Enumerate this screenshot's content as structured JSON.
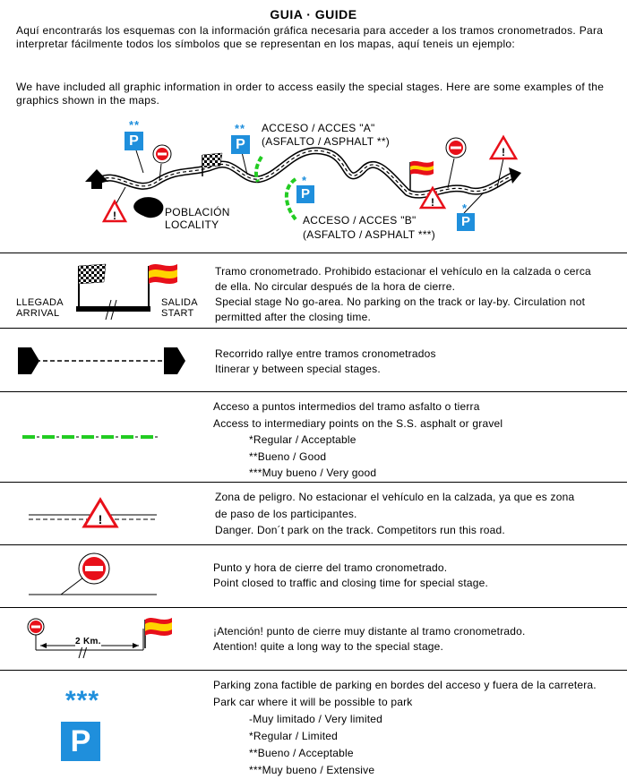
{
  "title": "GUIA · GUIDE",
  "intro": {
    "es": "Aquí encontrarás los esquemas con la información gráfica necesaria para acceder a los tramos cronometrados. Para interpretar fácilmente todos los símbolos que se representan en los mapas, aquí teneis un ejemplo:",
    "en": "We have included all graphic information in order to access easily the special stages. Here are some examples of the graphics shown in the maps."
  },
  "map": {
    "access_a": "ACCESO / ACCES \"A\"",
    "access_a_sub": "(ASFALTO / ASPHALT **)",
    "access_b": "ACCESO / ACCES \"B\"",
    "access_b_sub": "(ASFALTO / ASPHALT ***)",
    "poblacion": "POBLACIÓN",
    "locality": "LOCALITY",
    "park_symbol": "P",
    "stars2": "**",
    "stars1": "*"
  },
  "legend": {
    "stage": {
      "llegada": "LLEGADA",
      "arrival": "ARRIVAL",
      "salida": "SALIDA",
      "start": "START",
      "lines": [
        "Tramo cronometrado. Prohibido estacionar el vehículo en la calzada o cerca",
        "de ella. No circular después de la hora de cierre.",
        "Special stage No go-area. No parking on the track or lay-by. Circulation not",
        "permitted after the closing time."
      ]
    },
    "itinerary": {
      "lines": [
        "Recorrido rallye entre tramos cronometrados",
        "Itinerar y between special stages."
      ]
    },
    "access": {
      "lines": [
        "Acceso a puntos intermedios del tramo asfalto o tierra",
        "Access to intermediary points on the S.S. asphalt or gravel"
      ],
      "ratings": [
        "*Regular / Acceptable",
        "**Bueno / Good",
        "***Muy bueno / Very good"
      ]
    },
    "danger": {
      "lines": [
        "Zona de peligro. No estacionar el vehículo en la calzada, ya que es zona",
        "de paso de los participantes.",
        "Danger. Don´t park on the track. Competitors run this road."
      ]
    },
    "closed": {
      "lines": [
        "Punto y hora de cierre del tramo cronometrado.",
        "Point closed to traffic and closing time for special stage."
      ]
    },
    "distant": {
      "km_label": "2 Km.",
      "lines": [
        "¡Atención! punto de cierre muy distante al tramo cronometrado.",
        "Atention! quite a long way to the special stage."
      ]
    },
    "parking": {
      "stars": "***",
      "symbol": "P",
      "lines": [
        "Parking zona factible de parking en bordes del acceso y fuera de la carretera.",
        "Park car where it will be possible to park"
      ],
      "ratings": [
        "-Muy limitado / Very limited",
        "*Regular / Limited",
        "**Bueno / Acceptable",
        "***Muy bueno / Extensive"
      ]
    }
  }
}
